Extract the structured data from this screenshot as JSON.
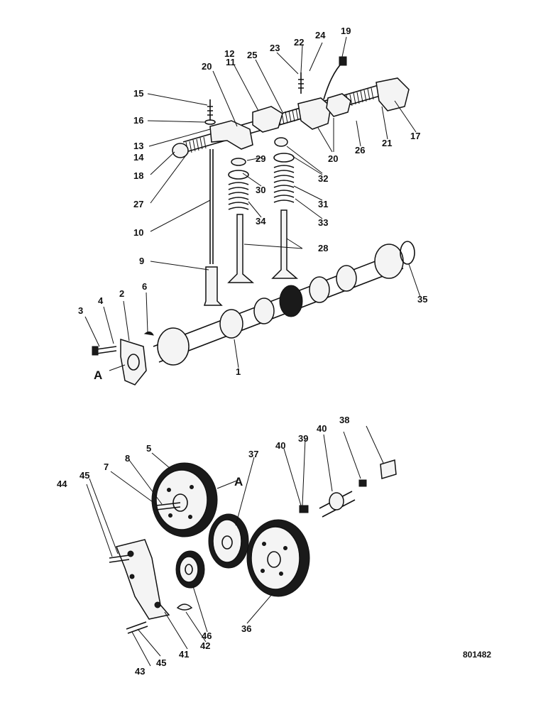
{
  "diagram": {
    "section_marker_top": "A",
    "section_marker_bottom": "A",
    "document_number": "801482",
    "colors": {
      "ink": "#111111",
      "background": "#ffffff"
    },
    "callouts": {
      "c1": "1",
      "c2": "2",
      "c3": "3",
      "c4": "4",
      "c5": "5",
      "c6": "6",
      "c7": "7",
      "c8": "8",
      "c9": "9",
      "c10": "10",
      "c11": "11",
      "c12": "12",
      "c13": "13",
      "c14": "14",
      "c15": "15",
      "c16": "16",
      "c17": "17",
      "c18": "18",
      "c19": "19",
      "c20": "20",
      "c21": "21",
      "c22": "22",
      "c23": "23",
      "c24": "24",
      "c25": "25",
      "c26": "26",
      "c27": "27",
      "c28": "28",
      "c29": "29",
      "c30": "30",
      "c31": "31",
      "c32": "32",
      "c33": "33",
      "c34": "34",
      "c35": "35",
      "c36": "36",
      "c37": "37",
      "c38": "38",
      "c39": "39",
      "c40": "40",
      "c41": "41",
      "c42": "42",
      "c43": "43",
      "c44": "44",
      "c45": "45",
      "c46": "46"
    }
  }
}
